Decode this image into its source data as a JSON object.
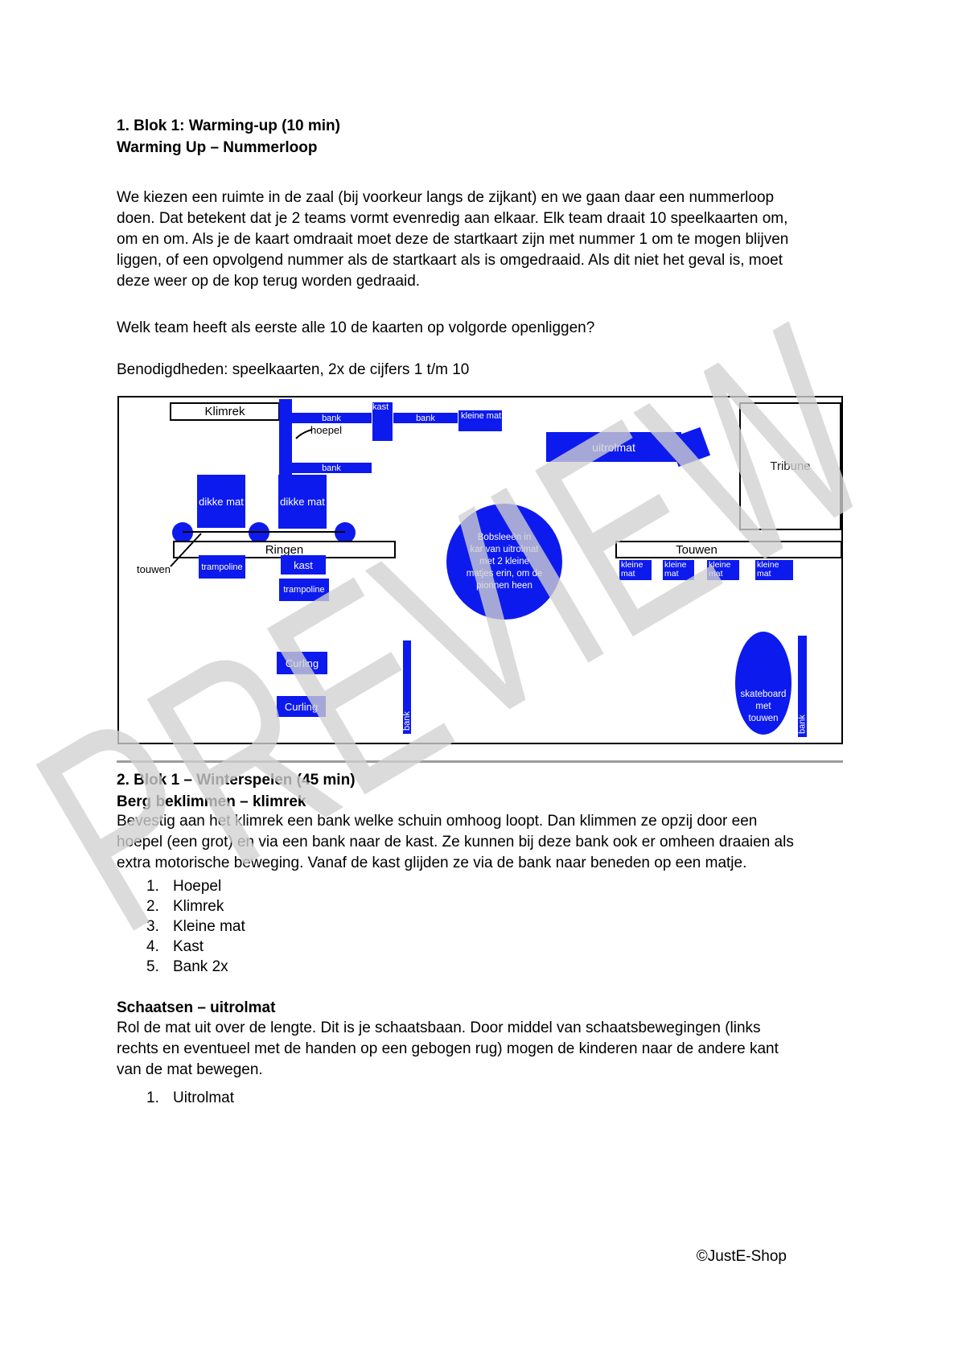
{
  "page": {
    "watermark": "PREVIEW",
    "footer": "©JustE-Shop"
  },
  "colors": {
    "equipment_blue": "#0d1aee",
    "watermark_gray": "rgba(209,209,209,0.78)",
    "separator_gray": "#9c9c9c"
  },
  "section1": {
    "heading_line1": "1. Blok 1: Warming-up (10 min)",
    "heading_line2": "Warming Up – Nummerloop",
    "paragraph_lines": [
      "We kiezen een ruimte in de zaal (bij voorkeur langs de zijkant) en we gaan daar een nummerloop",
      "doen. Dat betekent dat je 2 teams vormt evenredig aan elkaar. Elk team draait 10 speelkaarten om,",
      "om en om. Als je de kaart omdraait moet deze de startkaart zijn met nummer 1 om te mogen blijven",
      "liggen, of een opvolgend nummer als de startkaart als is omgedraaid. Als dit niet het geval is, moet",
      "deze weer op de kop terug worden gedraaid."
    ],
    "question": "Welk team heeft als eerste alle 10 de kaarten op volgorde openliggen?",
    "materials": "Benodigdheden: speelkaarten, 2x de cijfers 1 t/m 10"
  },
  "diagram": {
    "klimrek": "Klimrek",
    "bank_top1": "bank",
    "kast_top": "kast",
    "bank_top2": "bank",
    "kleine_mat_top": "kleine mat",
    "hoepel": "hoepel",
    "bank_mid": "bank",
    "uitrolmat": "uitrolmat",
    "tribune": "Tribune",
    "dikke_mat_1": "dikke mat",
    "dikke_mat_2": "dikke mat",
    "ringen": "Ringen",
    "touwen_label": "touwen",
    "trampoline_1": "trampoline",
    "kast_mid": "kast",
    "trampoline_2": "trampoline",
    "bobslee_lines": [
      "Bobsleeën in",
      "kar van uitrolmat",
      "met 2 kleine",
      "matjes erin, om de",
      "pionnen heen"
    ],
    "touwen_box": "Touwen",
    "kleine_mats": [
      "kleine mat",
      "kleine mat",
      "kleine mat",
      "kleine mat"
    ],
    "curling_1": "Curling",
    "curling_2": "Curling",
    "bank_vertical_left": "bank",
    "skateboard_lines": [
      "skateboard",
      "met",
      "touwen"
    ],
    "bank_vertical_right": "bank"
  },
  "section2": {
    "heading_line1": "2. Blok 1 – Winterspelen (45 min)",
    "heading_line2": "Berg beklimmen – klimrek",
    "paragraph_lines": [
      "Bevestig aan het klimrek een bank welke schuin omhoog loopt. Dan klimmen ze opzij door een",
      "hoepel (een grot) en via een bank naar de kast. Ze kunnen bij deze bank ook er omheen draaien als",
      "extra motorische beweging. Vanaf de kast glijden ze via de bank naar beneden op een matje."
    ],
    "list": [
      {
        "num": "1.",
        "label": "Hoepel"
      },
      {
        "num": "2.",
        "label": "Klimrek"
      },
      {
        "num": "3.",
        "label": "Kleine mat"
      },
      {
        "num": "4.",
        "label": "Kast"
      },
      {
        "num": "5.",
        "label": "Bank 2x"
      }
    ]
  },
  "section3": {
    "heading": "Schaatsen – uitrolmat",
    "paragraph_lines": [
      "Rol de mat uit over de lengte. Dit is je schaatsbaan. Door middel van schaatsbewegingen (links",
      "rechts en eventueel met de handen op een gebogen rug) mogen de kinderen naar de andere kant",
      "van de mat bewegen."
    ],
    "list": [
      {
        "num": "1.",
        "label": "Uitrolmat"
      }
    ]
  }
}
